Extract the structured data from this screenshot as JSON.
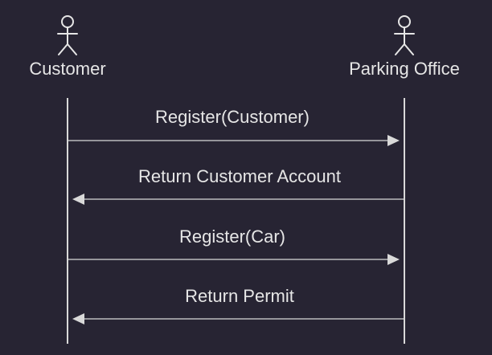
{
  "diagram": {
    "type": "sequence",
    "colors": {
      "background": "#272433",
      "line": "#d9d9d9",
      "text": "#e6e6e6"
    },
    "actors": [
      {
        "label": "Customer",
        "icon": "stick-figure-icon"
      },
      {
        "label": "Parking Office",
        "icon": "stick-figure-icon"
      }
    ],
    "messages": [
      {
        "label": "Register(Customer)",
        "from": "Customer",
        "to": "Parking Office"
      },
      {
        "label": "Return Customer Account",
        "from": "Parking Office",
        "to": "Customer"
      },
      {
        "label": "Register(Car)",
        "from": "Customer",
        "to": "Parking Office"
      },
      {
        "label": "Return Permit",
        "from": "Parking Office",
        "to": "Customer"
      }
    ]
  }
}
